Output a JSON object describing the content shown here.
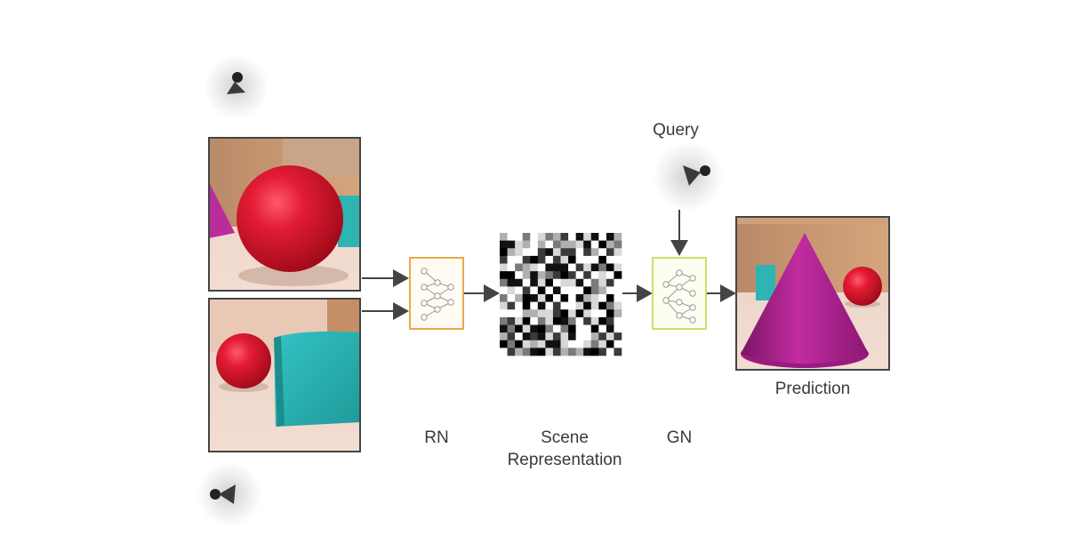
{
  "labels": {
    "rn": "RN",
    "scene_line1": "Scene",
    "scene_line2": "Representation",
    "gn": "GN",
    "query": "Query",
    "prediction": "Prediction"
  },
  "colors": {
    "rn_box": "#e8a94a",
    "gn_box": "#c8e06a",
    "sphere": "#d8102a",
    "cone": "#b0228e",
    "cube": "#2bb3b3",
    "wall": "#c9966f",
    "floor": "#ecd2c4",
    "frame": "#444444",
    "arrow": "#444444"
  },
  "icons": {
    "camera_top_left": "camera-icon",
    "camera_bottom_left": "camera-icon",
    "camera_query": "camera-icon"
  }
}
